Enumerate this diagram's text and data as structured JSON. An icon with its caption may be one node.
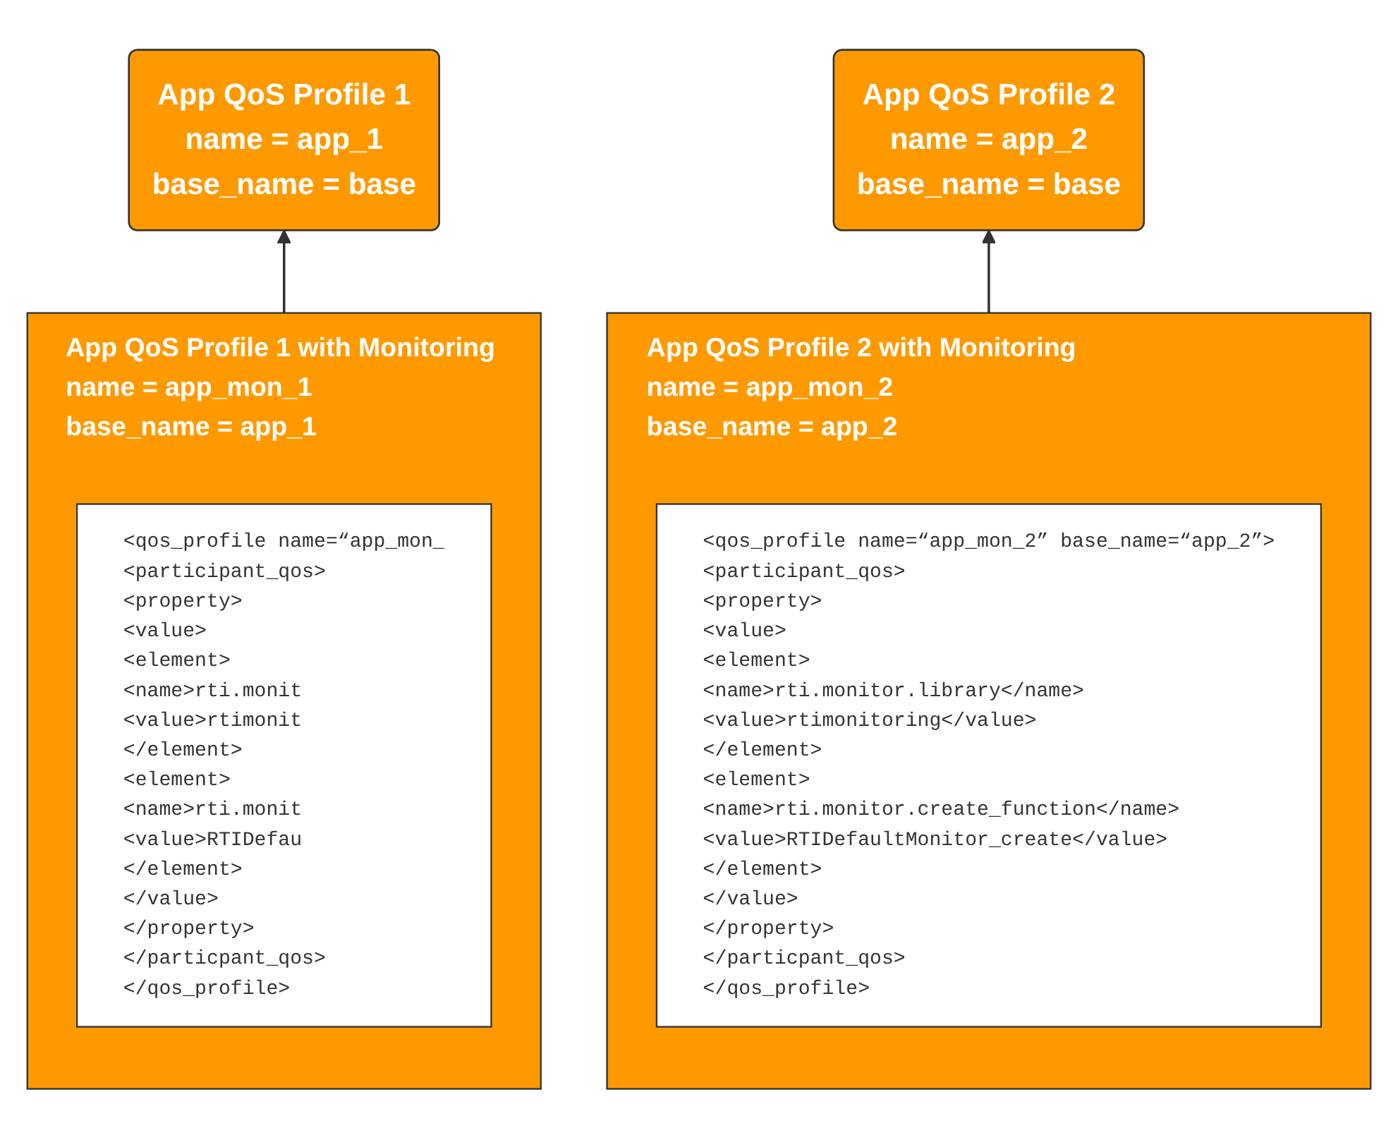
{
  "diagram": {
    "nodes": [
      {
        "text": [
          "App QoS Profile 1",
          "name = app_1",
          "base_name = base"
        ]
      },
      {
        "text": [
          "App QoS Profile 2",
          "name = app_2",
          "base_name = base"
        ]
      },
      {
        "text": [
          "App QoS Profile 1 with Monitoring",
          "name = app_mon_1",
          "base_name = app_1"
        ]
      },
      {
        "text": [
          "<qos_profile name=“app_mon_",
          "<participant_qos>",
          "<property>",
          "<value>",
          "<element>",
          "<name>rti.monit",
          "<value>rtimonit",
          "</element>",
          "<element>",
          "<name>rti.monit",
          "<value>RTIDefau",
          "</element>",
          "</value>",
          "</property>",
          "</particpant_qos>",
          "</qos_profile>"
        ],
        "in": 2
      },
      {
        "text": [
          "App QoS Profile 2 with Monitoring",
          "name = app_mon_2",
          "base_name = app_2"
        ]
      },
      {
        "text": [
          "<qos_profile name=“app_mon_2” base_name=“app_2”>",
          "<participant_qos>",
          "<property>",
          "<value>",
          "<element>",
          "<name>rti.monitor.library</name>",
          "<value>rtimonitoring</value>",
          "</element>",
          "<element>",
          "<name>rti.monitor.create_function</name>",
          "<value>RTIDefaultMonitor_create</value>",
          "</element>",
          "</value>",
          "</property>",
          "</particpant_qos>",
          "</qos_profile>"
        ],
        "in": 4
      }
    ],
    "edges": [
      {
        "from": 2,
        "to": 0,
        "arrow": "to"
      },
      {
        "from": 4,
        "to": 1,
        "arrow": "to"
      }
    ]
  }
}
